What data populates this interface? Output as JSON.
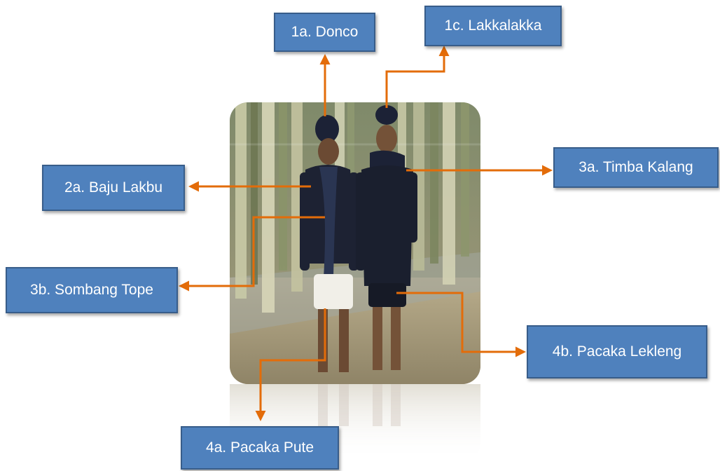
{
  "labels": {
    "donco": "1a. Donco",
    "lakkalakka": "1c. Lakkalakka",
    "baju_lakbu": "2a. Baju Lakbu",
    "timba_kalang": "3a. Timba Kalang",
    "sombang_tope": "3b. Sombang Tope",
    "pacaka_lekleng": "4b. Pacaka Lekleng",
    "pacaka_pute": "4a. Pacaka Pute"
  },
  "colors": {
    "label_fill": "#4f81bd",
    "label_border": "#385d8a",
    "connector": "#e36c09"
  }
}
